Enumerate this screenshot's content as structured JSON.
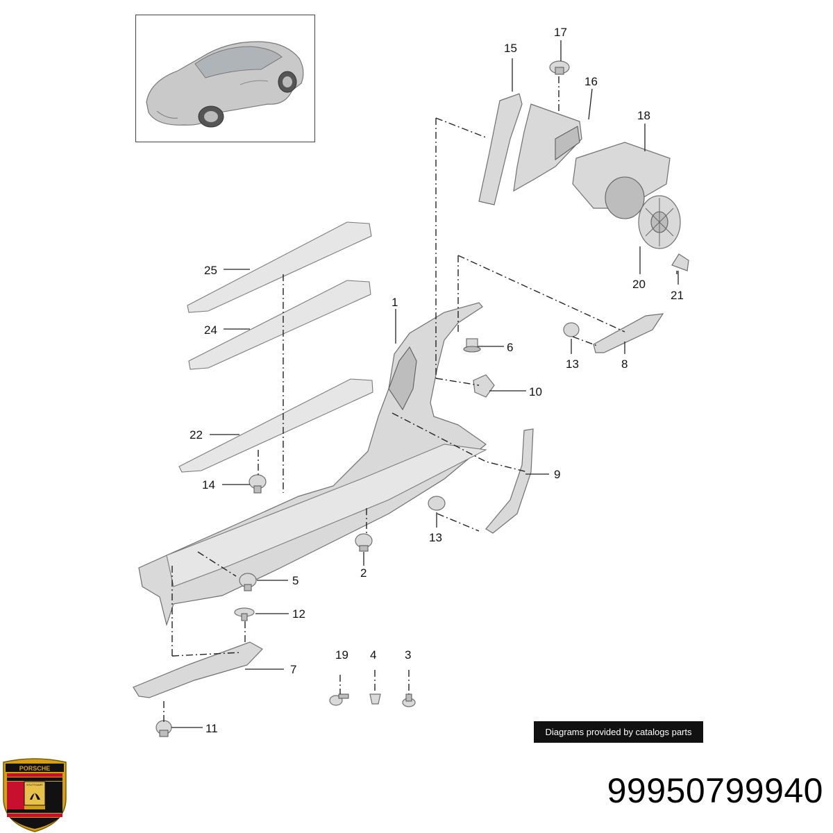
{
  "credit": "Diagrams provided by catalogs parts",
  "part_number": "99950799940",
  "logo": {
    "brand": "PORSCHE",
    "city": "STUTTGART",
    "colors": [
      "#c8102e",
      "#111111",
      "#d4a017"
    ]
  },
  "labels": [
    "1",
    "2",
    "3",
    "4",
    "5",
    "6",
    "7",
    "8",
    "9",
    "10",
    "11",
    "12",
    "13",
    "13",
    "14",
    "15",
    "16",
    "17",
    "18",
    "19",
    "20",
    "21",
    "22",
    "24",
    "25"
  ]
}
